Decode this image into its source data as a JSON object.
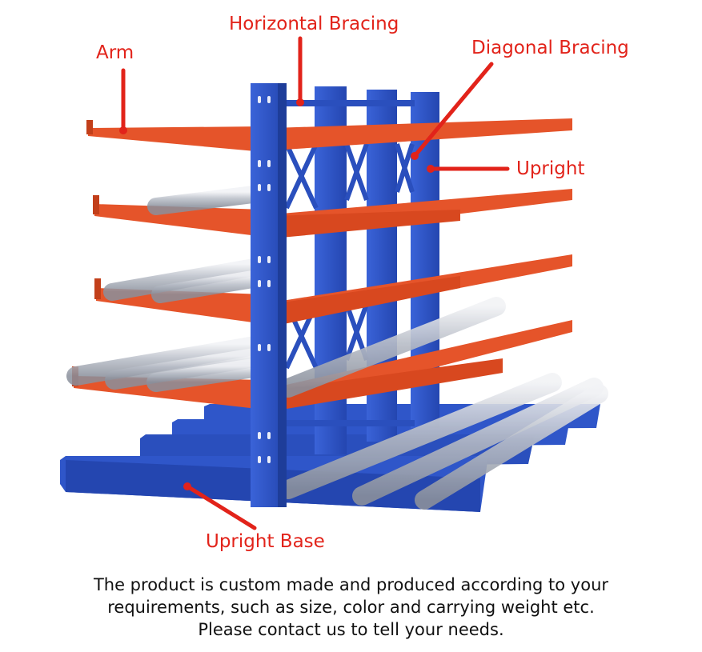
{
  "labels": {
    "horizontal_bracing": "Horizontal Bracing",
    "arm": "Arm",
    "diagonal_bracing": "Diagonal Bracing",
    "upright": "Upright",
    "upright_base": "Upright Base"
  },
  "caption": {
    "line1": "The product is custom made and produced according to your",
    "line2": "requirements, such as size, color and carrying weight etc.",
    "line3": "Please contact us to tell your needs."
  },
  "colors": {
    "callout": "#e2231a",
    "arm": "#e5542a",
    "arm_dark": "#b83a18",
    "upright": "#2f56c9",
    "upright_dark": "#1e3d99",
    "pipe": "#c8ccd4",
    "caption_text": "#111111"
  }
}
